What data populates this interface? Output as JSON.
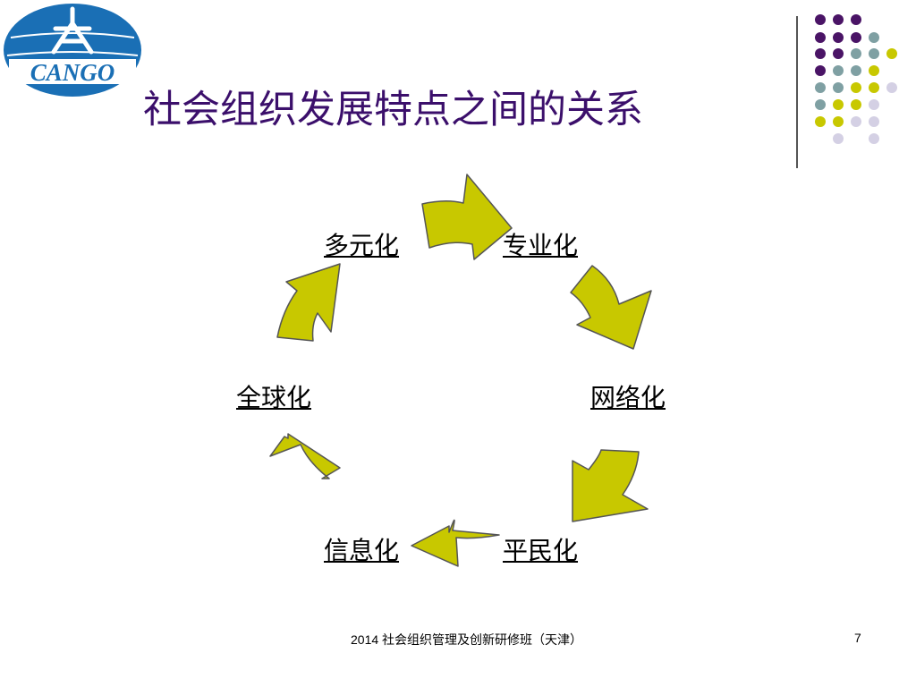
{
  "logo": {
    "text": "CANGO",
    "colors": {
      "blue": "#1a6fb5",
      "white": "#ffffff"
    }
  },
  "title": "社会组织发展特点之间的关系",
  "cycle": {
    "nodes": [
      "专业化",
      "网络化",
      "平民化",
      "信息化",
      "全球化",
      "多元化"
    ],
    "arrow_color": "#c8c800"
  },
  "footer": {
    "center": "2014 社会组织管理及创新研修班（天津）",
    "page": "7"
  },
  "colors": {
    "title": "#3b0f6b",
    "purple": "#4a1466",
    "teal": "#7fa0a3",
    "yellow": "#c8c800",
    "lavender": "#d4d0e4"
  }
}
